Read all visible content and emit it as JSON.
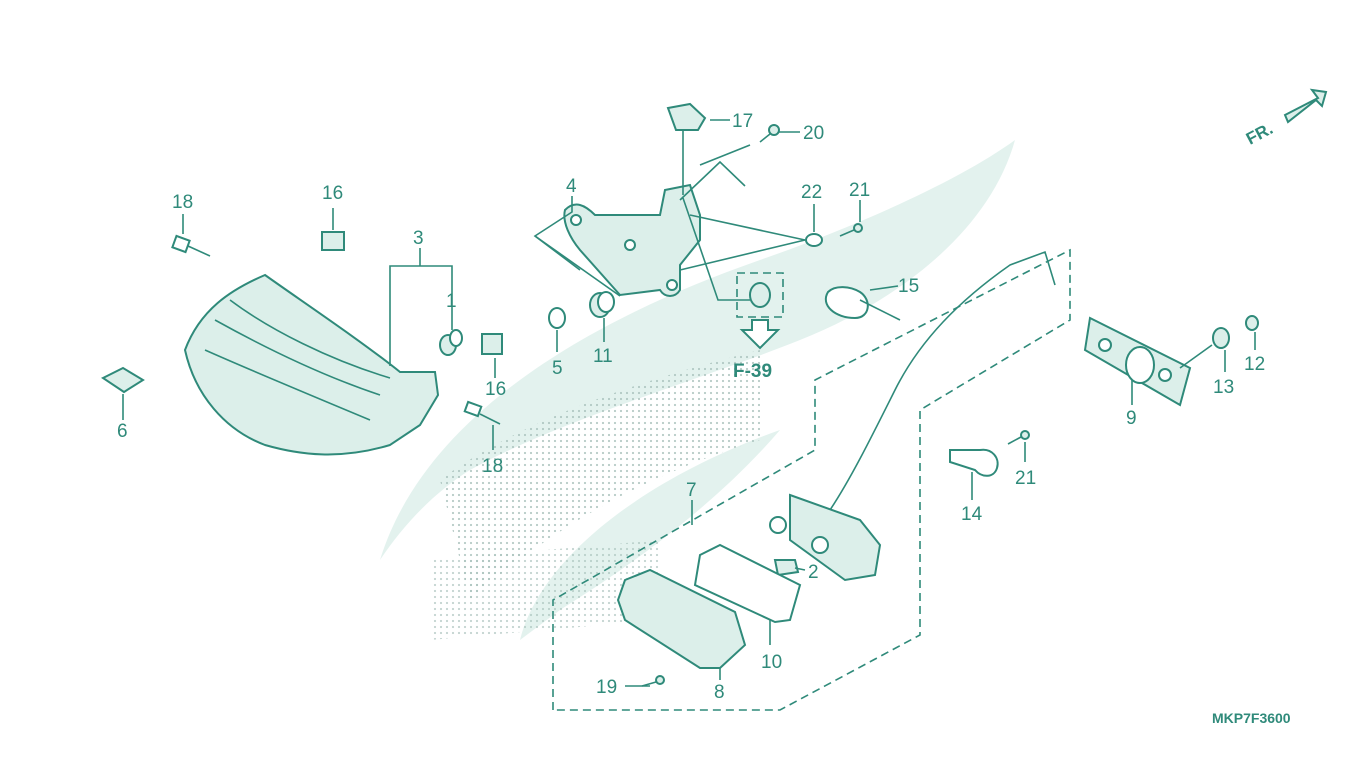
{
  "diagram_code": "MKP7F3600",
  "reference": "F-39",
  "direction_label": "FR.",
  "callouts": [
    "1",
    "2",
    "3",
    "4",
    "5",
    "6",
    "7",
    "8",
    "9",
    "10",
    "11",
    "12",
    "13",
    "14",
    "15",
    "16",
    "16",
    "17",
    "18",
    "18",
    "19",
    "20",
    "21",
    "21",
    "22"
  ],
  "colors": {
    "line": "#2f8a7a",
    "watermark": "#e3f2ee",
    "dots": "#9fb9b3"
  }
}
